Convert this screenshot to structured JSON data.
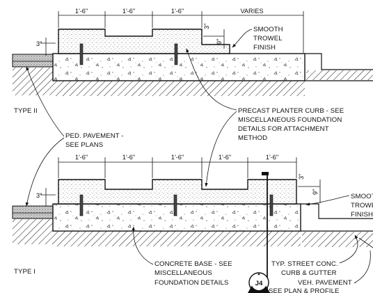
{
  "sections": {
    "upper": {
      "type_label": "TYPE II",
      "dimensions": [
        "1'-6\"",
        "1'-6\"",
        "1'-6\"",
        "VARIES"
      ],
      "side_dims": [
        "3\"",
        "3\"",
        "9\""
      ]
    },
    "lower": {
      "type_label": "TYPE I",
      "dimensions": [
        "1'-6\"",
        "1'-6\"",
        "1'-6\"",
        "1'-6\"",
        "1'-6\""
      ],
      "side_dims": [
        "3\"",
        "3\"",
        "9\""
      ]
    }
  },
  "notes": {
    "smooth_trowel_upper": [
      "SMOOTH",
      "TROWEL",
      "FINISH"
    ],
    "smooth_trowel_lower": [
      "SMOOT",
      "TROWE",
      "FINISH"
    ],
    "precast_curb": [
      "PRECAST PLANTER CURB - SEE",
      "MISCELLANEOUS FOUNDATION",
      "DETAILS FOR ATTACHMENT",
      "METHOD"
    ],
    "ped_pavement": [
      "PED. PAVEMENT -",
      "SEE PLANS"
    ],
    "concrete_base": [
      "CONCRETE BASE - SEE",
      "MISCELLANEOUS",
      "FOUNDATION  DETAILS"
    ],
    "street_curb": [
      "TYP. STREET CONC.",
      "CURB & GUTTER"
    ],
    "veh_pavement": [
      "VEH. PAVEMENT -",
      "SEE PLAN & PROFILE"
    ]
  },
  "callout": {
    "id": "J4"
  }
}
